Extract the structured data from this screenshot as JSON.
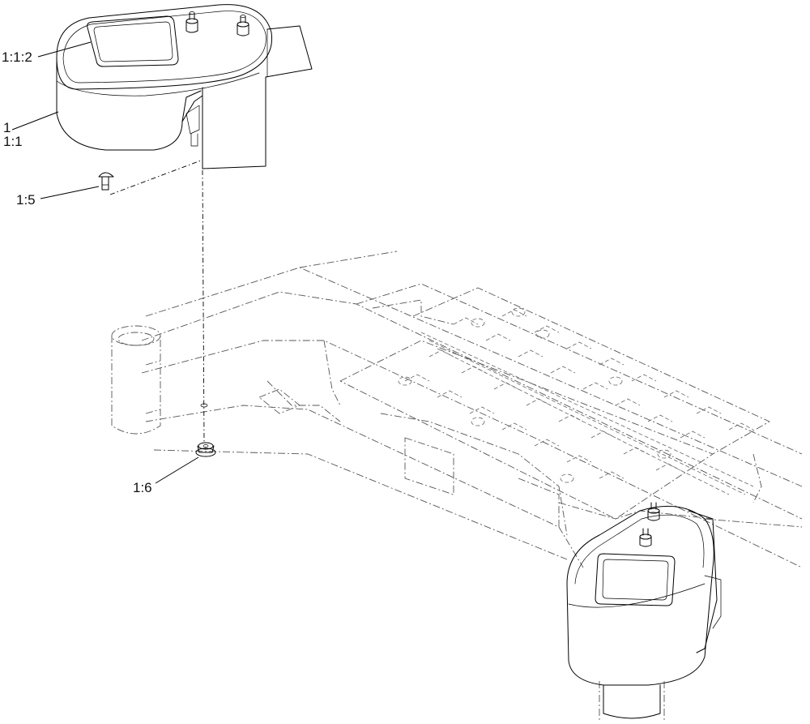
{
  "callouts": {
    "label_1_1_2": "1:1:2",
    "label_1": "1",
    "label_1_1": "1:1",
    "label_1_5": "1:5",
    "label_1_6": "1:6"
  },
  "colors": {
    "line": "#000000",
    "ghost_line": "#555555",
    "background": "#ffffff"
  }
}
